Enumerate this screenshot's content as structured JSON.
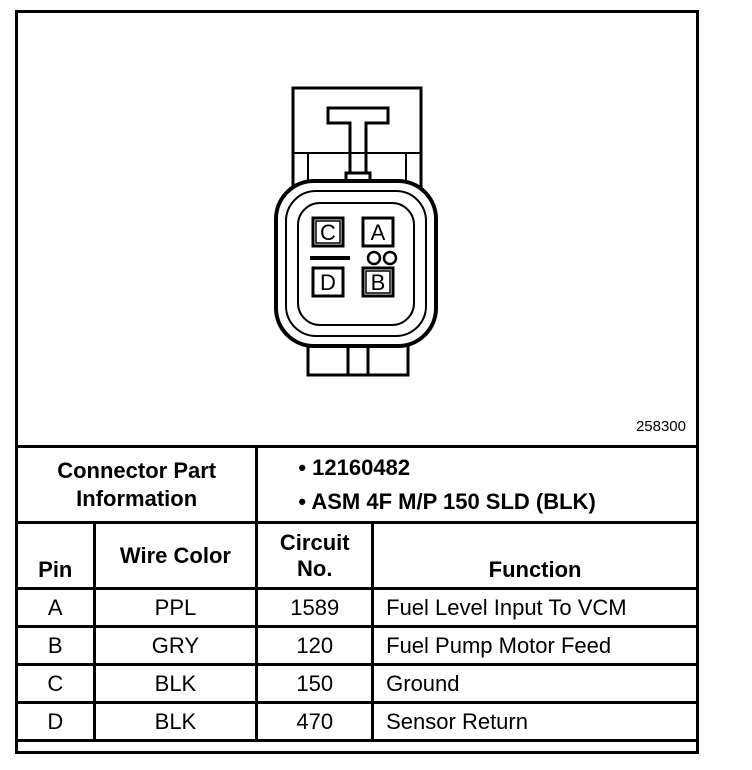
{
  "figure_id": "258300",
  "connector": {
    "pin_labels": [
      "C",
      "A",
      "D",
      "B"
    ]
  },
  "part_info": {
    "label_line1": "Connector Part",
    "label_line2": "Information",
    "items": [
      "• 12160482",
      "• ASM 4F M/P 150 SLD (BLK)"
    ]
  },
  "columns": {
    "pin": "Pin",
    "wire_color": "Wire Color",
    "circuit_line1": "Circuit",
    "circuit_line2": "No.",
    "function": "Function"
  },
  "rows": [
    {
      "pin": "A",
      "wire_color": "PPL",
      "circuit": "1589",
      "function": "Fuel Level Input To VCM"
    },
    {
      "pin": "B",
      "wire_color": "GRY",
      "circuit": "120",
      "function": "Fuel Pump Motor Feed"
    },
    {
      "pin": "C",
      "wire_color": "BLK",
      "circuit": "150",
      "function": "Ground"
    },
    {
      "pin": "D",
      "wire_color": "BLK",
      "circuit": "470",
      "function": "Sensor Return"
    }
  ]
}
